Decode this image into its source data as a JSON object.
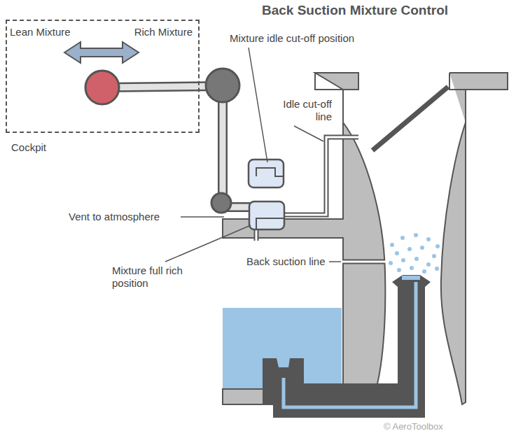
{
  "diagram": {
    "title": "Back Suction Mixture Control",
    "nodes": [
      {
        "text": [
          "Lean Mixture",
          "Rich Mixture",
          "Cockpit"
        ]
      }
    ],
    "labels": [
      "Mixture idle cut-off position",
      "Idle cut-off line",
      "Vent to atmosphere",
      "Mixture full rich position",
      "Back suction line",
      "© AeroToolbox"
    ]
  }
}
